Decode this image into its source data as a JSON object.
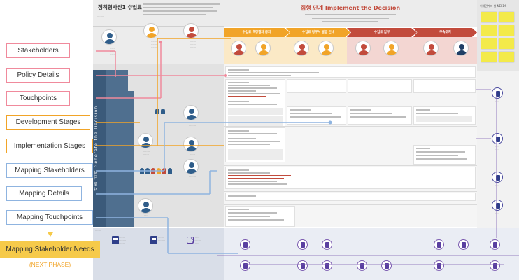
{
  "header": {
    "dev_title": "정책형사전1 수업료",
    "dev_tag": "",
    "impl_title": "집행 단계 Implement the Decision",
    "needs_title": "이해관계자 별 NEEDS"
  },
  "stages": [
    {
      "label": "수업료 책정절차 공지",
      "color": "#f1a428"
    },
    {
      "label": "수업료 청구서 발급 안내",
      "color": "#f1a428"
    },
    {
      "label": "수업료 납부",
      "color": "#c24b3c"
    },
    {
      "label": "추속조치",
      "color": "#c24b3c"
    }
  ],
  "dev_vertical_label": "개발 단계 Generate the Decision",
  "dev_sub_stages": [
    "",
    "",
    "",
    ""
  ],
  "legend": {
    "stakeholders": "Stakeholders",
    "policy_details": "Policy Details",
    "touchpoints": "Touchpoints",
    "development_stages": "Development Stages",
    "implementation_stages": "Implementation Stages",
    "mapping_stakeholders": "Mapping Stakeholders",
    "mapping_details": "Mapping Details",
    "mapping_touchpoints": "Mapping Touchpoints",
    "mapping_needs": "Mapping Stakeholder Needs",
    "next_phase": "(NEXT PHASE)"
  },
  "colors": {
    "orange": "#f1a428",
    "red": "#c24b3c",
    "navy": "#2f5d8a",
    "purple": "#5a3fa0",
    "label_red": "#f08a9c",
    "label_blue": "#8fb4e0",
    "needs_yellow": "#f6ca4a"
  }
}
